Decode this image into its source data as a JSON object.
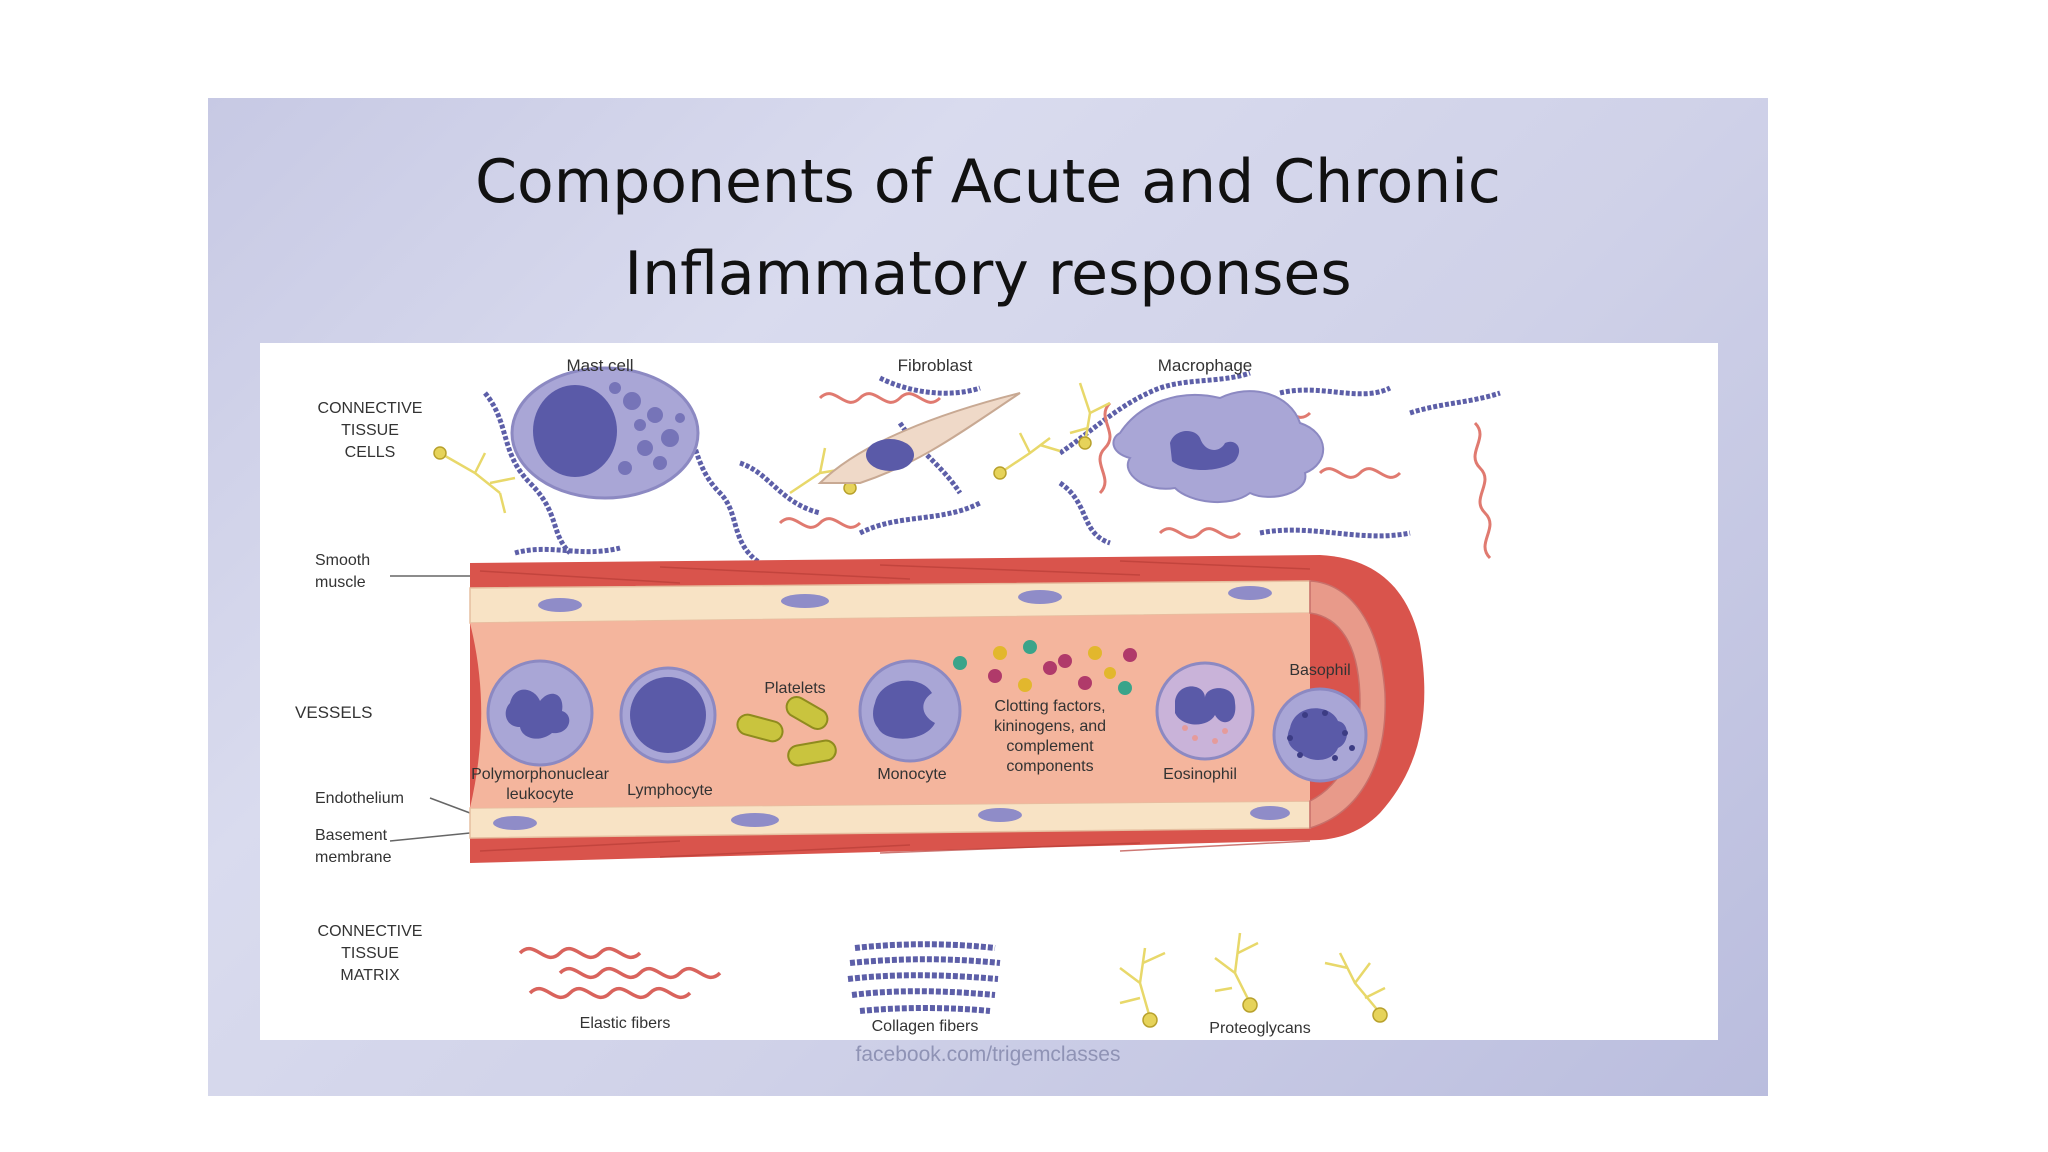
{
  "slide": {
    "title_line1": "Components of Acute and Chronic",
    "title_line2": "Inflammatory responses",
    "watermark": "facebook.com/trigemclasses"
  },
  "figure": {
    "side_labels": {
      "connective_tissue_cells": [
        "CONNECTIVE",
        "TISSUE",
        "CELLS"
      ],
      "smooth_muscle": [
        "Smooth",
        "muscle"
      ],
      "vessels": "VESSELS",
      "endothelium": "Endothelium",
      "basement_membrane": [
        "Basement",
        "membrane"
      ],
      "connective_tissue_matrix": [
        "CONNECTIVE",
        "TISSUE",
        "MATRIX"
      ]
    },
    "top_cells": {
      "mast_cell": "Mast cell",
      "fibroblast": "Fibroblast",
      "macrophage": "Macrophage"
    },
    "vessel_cells": {
      "pmn": [
        "Polymorphonuclear",
        "leukocyte"
      ],
      "lymphocyte": "Lymphocyte",
      "platelets": "Platelets",
      "monocyte": "Monocyte",
      "clotting": [
        "Clotting factors,",
        "kininogens, and",
        "complement",
        "components"
      ],
      "eosinophil": "Eosinophil",
      "basophil": "Basophil"
    },
    "matrix": {
      "elastic_fibers": "Elastic fibers",
      "collagen_fibers": "Collagen fibers",
      "proteoglycans": "Proteoglycans"
    },
    "colors": {
      "vessel_wall": "#d9544c",
      "vessel_lumen": "#f4b59d",
      "endothelium": "#f8e3c5",
      "cell_body": "#a9a6d6",
      "nucleus": "#5a5aa8",
      "elastic": "#d9635c",
      "collagen": "#5d5fa8",
      "proteoglycan": "#e6d35a"
    }
  }
}
